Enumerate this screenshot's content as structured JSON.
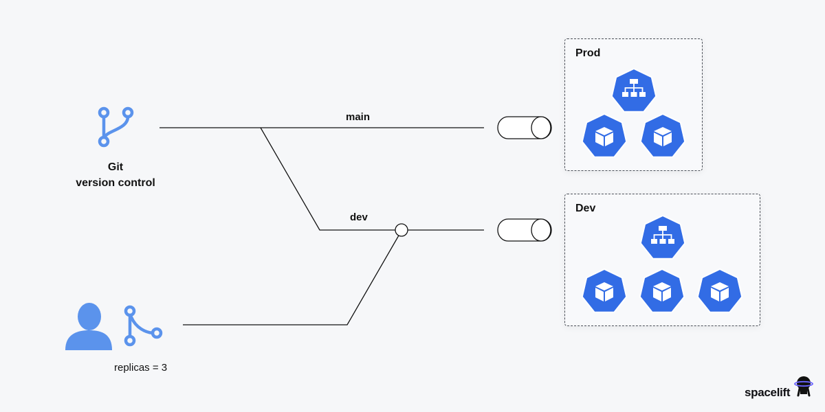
{
  "source": {
    "title_line1": "Git",
    "title_line2": "version control",
    "icon": "git-branch-icon"
  },
  "branches": {
    "main": "main",
    "dev": "dev"
  },
  "change": {
    "text": "replicas = 3",
    "icons": [
      "user-icon",
      "git-merge-icon"
    ]
  },
  "environments": [
    {
      "name": "Prod",
      "services": 1,
      "pods": 2
    },
    {
      "name": "Dev",
      "services": 1,
      "pods": 3
    }
  ],
  "brand": {
    "name": "spacelift"
  },
  "colors": {
    "accent_light": "#5b93ec",
    "kube_blue": "#326ce5",
    "line": "#111111",
    "background": "#f6f7f9"
  }
}
